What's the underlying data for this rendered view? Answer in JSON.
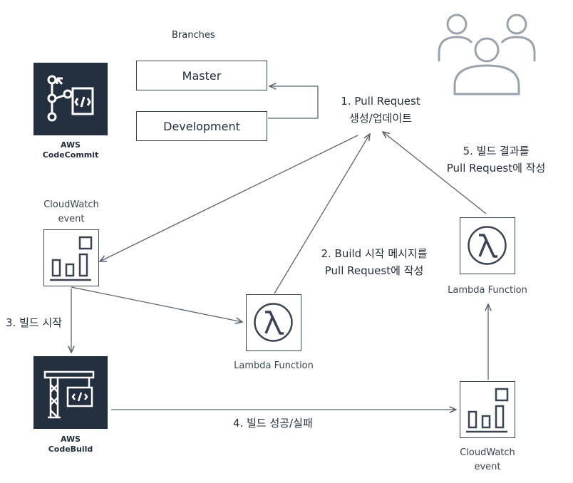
{
  "branches": {
    "heading": "Branches",
    "items": [
      "Master",
      "Development"
    ]
  },
  "services": {
    "codecommit": {
      "line1": "AWS",
      "line2": "CodeCommit"
    },
    "codebuild": {
      "line1": "AWS",
      "line2": "CodeBuild"
    }
  },
  "events": {
    "left": {
      "line1": "CloudWatch",
      "line2": "event"
    },
    "right": {
      "line1": "CloudWatch",
      "line2": "event"
    }
  },
  "lambdas": {
    "middle": "Lambda Function",
    "right": "Lambda Function"
  },
  "steps": {
    "step1": {
      "line1": "1. Pull Request",
      "line2": "생성/업데이트"
    },
    "step2": {
      "line1": "2. Build 시작 메시지를",
      "line2": "Pull Request에 작성"
    },
    "step3": "3. 빌드 시작",
    "step4": "4. 빌드 성공/실패",
    "step5": {
      "line1": "5. 빌드 결과를",
      "line2": "Pull Request에 작성"
    }
  },
  "colors": {
    "tile": "#232f3e",
    "line": "#5a6370",
    "users": "#9aa3ad"
  },
  "icons": [
    "codecommit-icon",
    "codebuild-icon",
    "cloudwatch-icon",
    "lambda-icon",
    "users-icon"
  ]
}
